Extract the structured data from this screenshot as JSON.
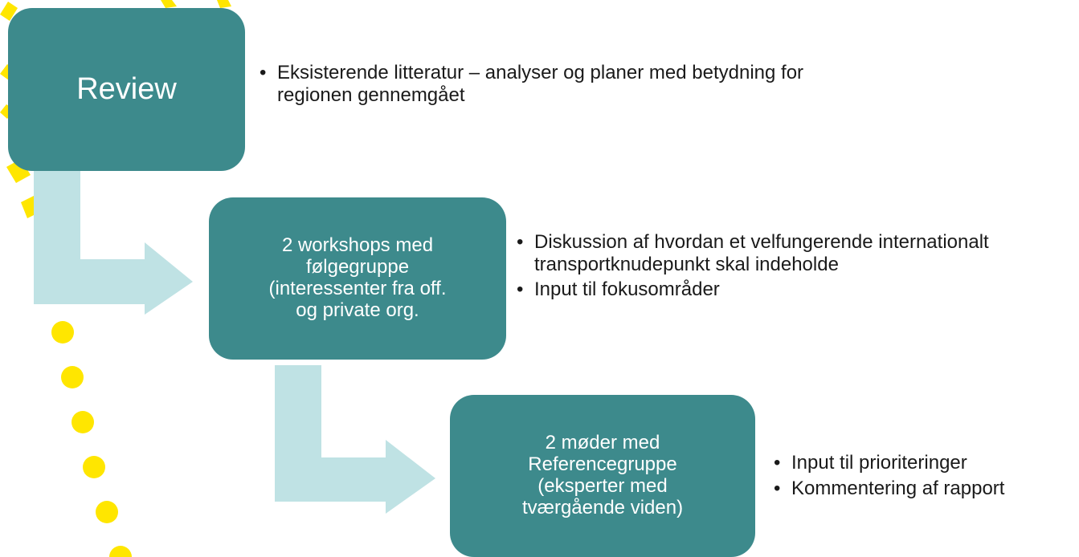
{
  "steps": [
    {
      "box_label": "Review",
      "bullets": [
        "Eksisterende litteratur – analyser og planer med betydning for regionen gennemgået"
      ]
    },
    {
      "box_label": "2 workshops med\nfølgegruppe\n(interessenter fra off.\nog private org.",
      "bullets": [
        "Diskussion af hvordan et velfungerende internationalt transportknudepunkt skal indeholde",
        "Input til fokusområder"
      ]
    },
    {
      "box_label": "2 møder med\nReferencegruppe\n(eksperter med\ntværgående viden)",
      "bullets": [
        "Input til prioriteringer",
        "Kommentering af rapport"
      ]
    }
  ],
  "colors": {
    "box_fill": "#3d8a8c",
    "box_text": "#ffffff",
    "arrow_fill": "#bfe2e4",
    "decor_yellow": "#ffe600",
    "bullet_text": "#1a1a1a"
  }
}
